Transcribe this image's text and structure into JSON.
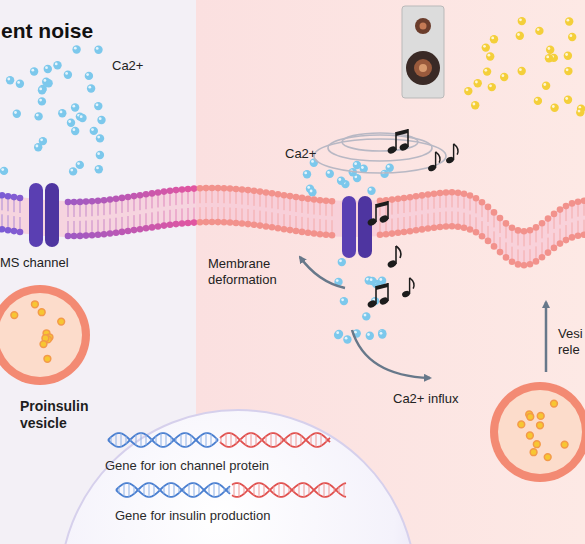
{
  "diagram": {
    "title": "ent noise",
    "nodes": [
      {
        "text": [
          "Proinsulin vesicle"
        ]
      },
      {
        "text": [
          "Gene for ion channel protein",
          "Gene for insulin production"
        ]
      }
    ],
    "labels": [
      "Ca2+",
      "MS channel",
      "Ca2+",
      "Membrane deformation",
      "Ca2+ influx",
      "Vesi rele"
    ]
  }
}
